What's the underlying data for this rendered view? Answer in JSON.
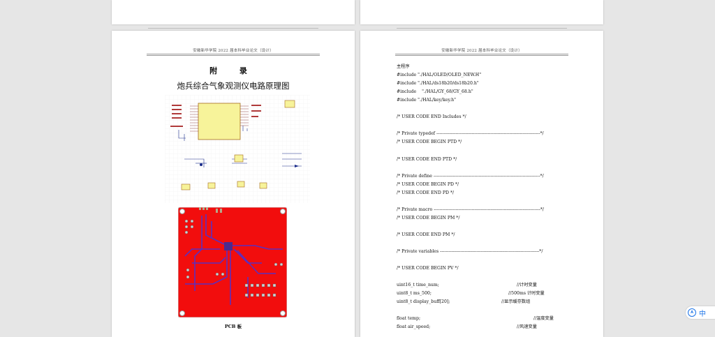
{
  "document": {
    "running_header": "安徽新华学院 2022 届本科毕业论文（设计）"
  },
  "left_page": {
    "appendix_title": "附 录",
    "figure_title": "炮兵综合气象观测仪电路原理图",
    "pcb_caption": "PCB 板"
  },
  "right_page": {
    "lines": [
      {
        "code": "主程序",
        "comment": ""
      },
      {
        "code": "#include \"./HAL/OLED/OLED_NEW.H\"",
        "comment": ""
      },
      {
        "code": "#include \"./HAL/ds18b20/ds18b20.h\"",
        "comment": ""
      },
      {
        "code": "#include    \"./HAL/GY_68/GY_68.h\"",
        "comment": ""
      },
      {
        "code": "#include \"./HAL/key/key.h\"",
        "comment": ""
      },
      {
        "code": "",
        "comment": ""
      },
      {
        "code": "/* USER CODE END Includes */",
        "comment": ""
      },
      {
        "code": "",
        "comment": ""
      },
      {
        "code": "/* Private typedef -----------------------------------------------------------------------*/",
        "comment": ""
      },
      {
        "code": "/* USER CODE BEGIN PTD */",
        "comment": ""
      },
      {
        "code": "",
        "comment": ""
      },
      {
        "code": "/* USER CODE END PTD */",
        "comment": ""
      },
      {
        "code": "",
        "comment": ""
      },
      {
        "code": "/* Private define -------------------------------------------------------------------------*/",
        "comment": ""
      },
      {
        "code": "/* USER CODE BEGIN PD */",
        "comment": ""
      },
      {
        "code": "/* USER CODE END PD */",
        "comment": ""
      },
      {
        "code": "",
        "comment": ""
      },
      {
        "code": "/* Private macro -------------------------------------------------------------------------*/",
        "comment": ""
      },
      {
        "code": "/* USER CODE BEGIN PM */",
        "comment": ""
      },
      {
        "code": "",
        "comment": ""
      },
      {
        "code": "/* USER CODE END PM */",
        "comment": ""
      },
      {
        "code": "",
        "comment": ""
      },
      {
        "code": "/* Private variables --------------------------------------------------------------------*/",
        "comment": ""
      },
      {
        "code": "",
        "comment": ""
      },
      {
        "code": "/* USER CODE BEGIN PV */",
        "comment": ""
      },
      {
        "code": "",
        "comment": ""
      },
      {
        "code": "uint16_t time_num;",
        "comment": "//计时变量"
      },
      {
        "code": "uint8_t ms_500;",
        "comment": "//500ms 计时变量"
      },
      {
        "code": "uint8_t display_buff[20];",
        "comment": "//显示缓存数组"
      },
      {
        "code": "",
        "comment": ""
      },
      {
        "code": "float temp;",
        "comment": "//温度变量"
      },
      {
        "code": "float air_speed;",
        "comment": "//风速变量"
      }
    ]
  },
  "translate_widget": {
    "label": "中"
  }
}
